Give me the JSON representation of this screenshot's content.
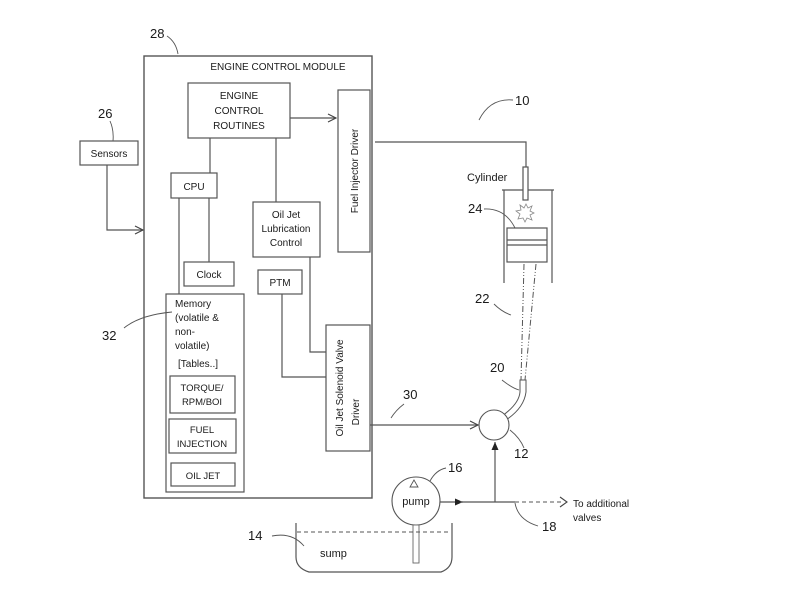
{
  "diagram": {
    "module": {
      "title": "ENGINE CONTROL MODULE",
      "ref": "28",
      "blocks": {
        "routines": [
          "ENGINE",
          "CONTROL",
          "ROUTINES"
        ],
        "cpu": "CPU",
        "clock": "Clock",
        "oil_jet_control": [
          "Oil Jet",
          "Lubrication",
          "Control"
        ],
        "ptm": "PTM",
        "fuel_injector_driver": "Fuel Injector Driver",
        "solenoid_driver": [
          "Oil Jet  Solenoid Valve",
          "Driver"
        ],
        "memory": {
          "lines": [
            "Memory",
            "(volatile &",
            "non-",
            "volatile)",
            "[Tables..]"
          ],
          "ref": "32",
          "tables": [
            [
              "TORQUE/",
              "RPM/BOI"
            ],
            [
              "FUEL",
              "INJECTION"
            ],
            [
              "OIL JET"
            ]
          ]
        }
      }
    },
    "sensors": {
      "label": "Sensors",
      "ref": "26"
    },
    "system_ref": "10",
    "cylinder": {
      "label": "Cylinder",
      "piston_ref": "24"
    },
    "oil_jet_ref": "22",
    "nozzle_ref": "20",
    "signal_ref": "30",
    "valve_ref": "12",
    "pump": {
      "label": "pump",
      "ref": "16"
    },
    "sump": {
      "label": "sump",
      "ref": "14"
    },
    "branch": {
      "ref": "18",
      "label": [
        "To additional",
        "valves"
      ]
    }
  }
}
